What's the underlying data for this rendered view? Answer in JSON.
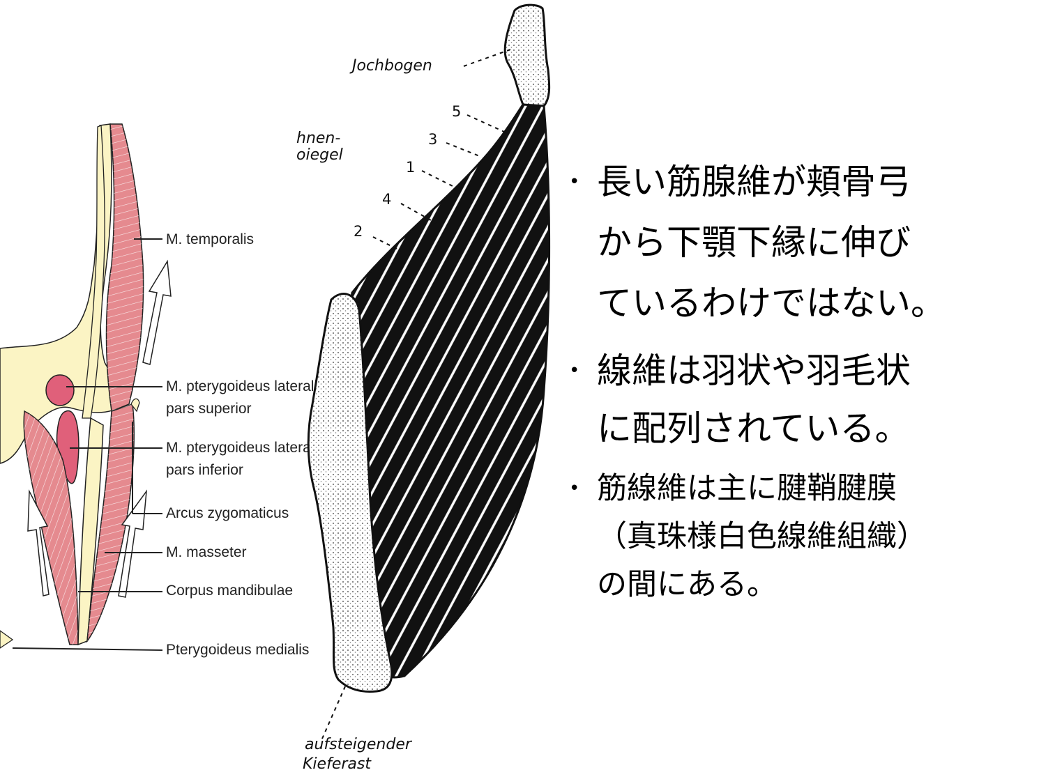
{
  "left_figure": {
    "labels": {
      "temporalis": "M. temporalis",
      "pter_lat_sup_1": "M. pterygoideus lateralis",
      "pter_lat_sup_2": "pars superior",
      "pter_lat_inf_1": "M. pterygoideus lateralis",
      "pter_lat_inf_2": "pars inferior",
      "arcus": "Arcus zygomaticus",
      "masseter": "M. masseter",
      "corpus": "Corpus mandibulae",
      "pter_med": "Pterygoideus medialis"
    },
    "colors": {
      "muscle": "#e58a8f",
      "bone": "#fbf4c4",
      "muscle_dark": "#e0607a"
    }
  },
  "middle_figure": {
    "labels": {
      "jochbogen": "Jochbogen",
      "sehnenspiegel_1": "hnen-",
      "sehnenspiegel_2": "oiegel",
      "kieferast_1": "aufsteigender",
      "kieferast_2": "Kieferast"
    },
    "numbers": [
      "5",
      "3",
      "1",
      "4",
      "2"
    ]
  },
  "bullets": [
    {
      "lines": [
        "長い筋腺維が頬骨弓",
        "から下顎下縁に伸び",
        "ているわけではない。"
      ]
    },
    {
      "lines": [
        "線維は羽状や羽毛状",
        "に配列されている。"
      ]
    },
    {
      "lines": [
        "筋線維は主に腱鞘腱膜",
        "（真珠様白色線維組織）",
        "の間にある。"
      ]
    }
  ],
  "bullet_symbol": "•"
}
